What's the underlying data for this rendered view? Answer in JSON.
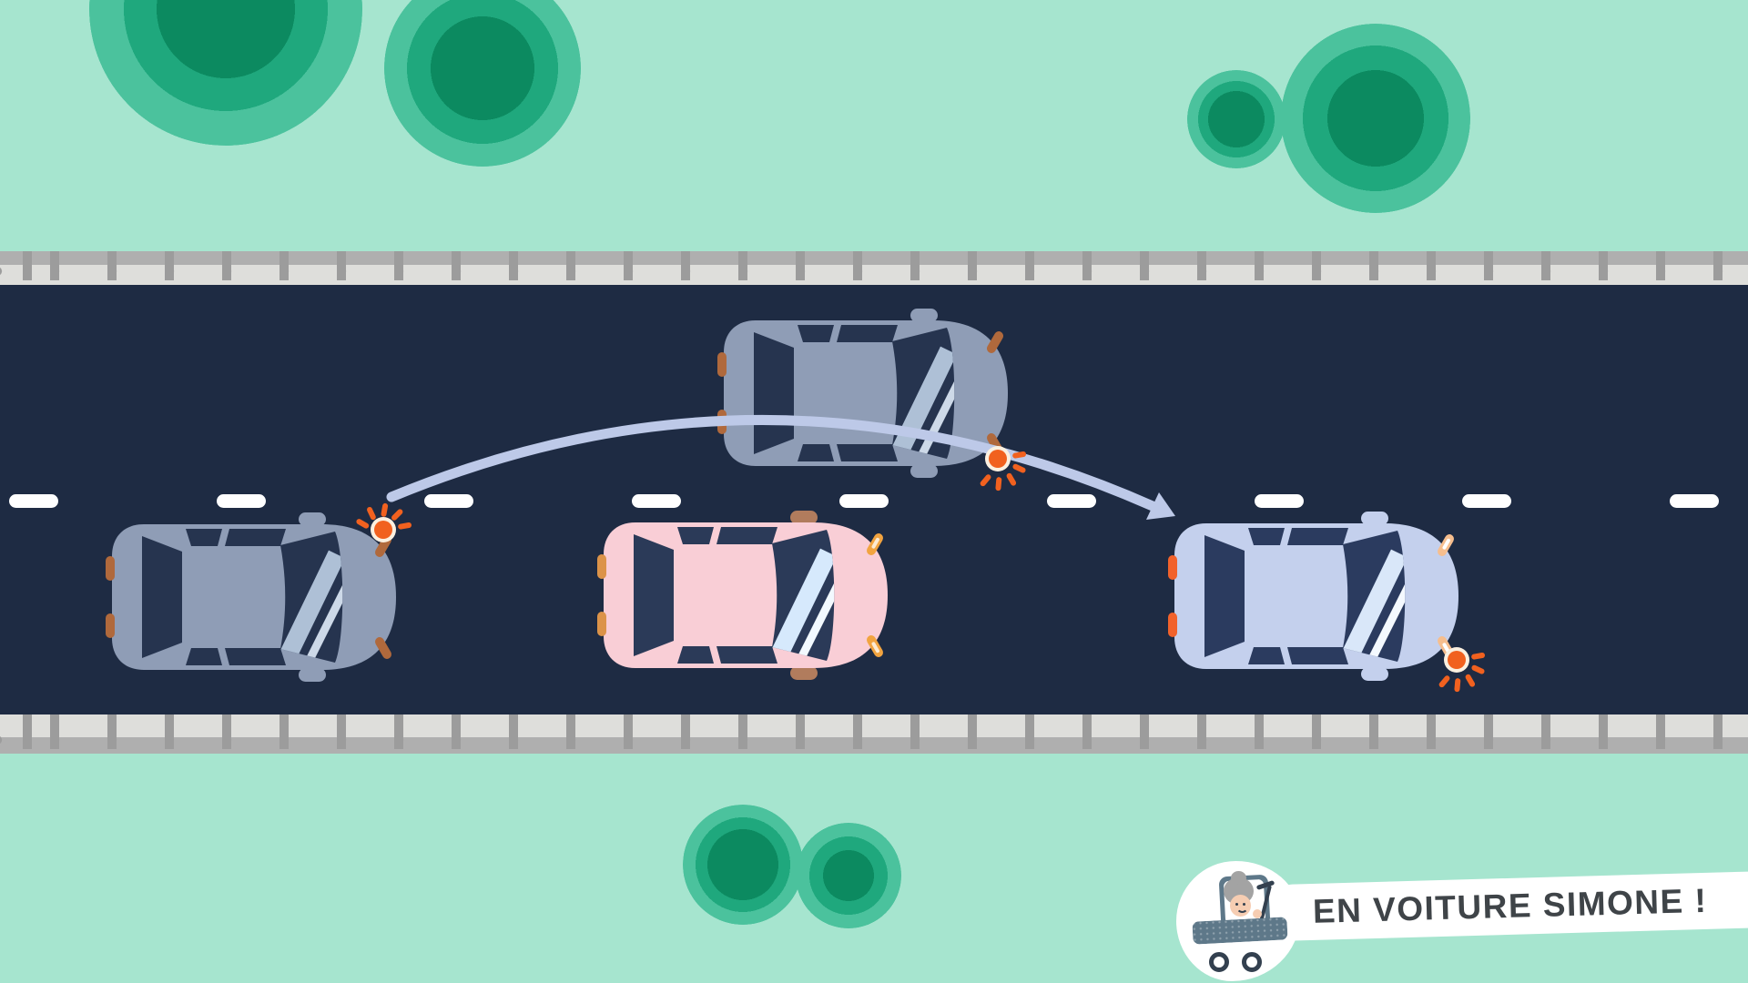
{
  "logo": {
    "text": "EN VOITURE SIMONE !"
  },
  "scene_label": "overtaking-maneuver-illustration",
  "colors": {
    "bg": "#A6E5CF",
    "road": "#1E2B43",
    "curb_light": "#DEDEDB",
    "curb_gray": "#AFAFAF",
    "tick": "#9C9C9C",
    "dash": "#FFFFFF",
    "arrow": "#BDC9E8",
    "blinker": "#F1611F",
    "blinker_ring": "#FBF0E0",
    "tree_outer": "#4BC29D",
    "tree_mid": "#1FA87D",
    "tree_core": "#0C8A60",
    "sticker": "#FFFFFF",
    "logo_text": "#3F4448",
    "simone_car": "#5E7889",
    "simone_dark": "#33404F",
    "simone_hair": "#A3A3A3",
    "simone_skin": "#F6CDB2"
  },
  "cars": [
    {
      "name": "left-gray-car",
      "indicator": "front-left-on",
      "colors": {
        "body": "#8F9DB6",
        "glass": "#26344F",
        "streak": "#AEC0D6",
        "streak2": "#CDD9E8",
        "mirror": "#8F9DB6",
        "light_rear": "#B0693C",
        "light_front": "#B0693C"
      }
    },
    {
      "name": "overtaking-gray-car",
      "indicator": "front-right-on",
      "colors": {
        "body": "#8F9DB6",
        "glass": "#26344F",
        "streak": "#AEC0D6",
        "streak2": "#CDD9E8",
        "mirror": "#8F9DB6",
        "light_rear": "#B0693C",
        "light_front": "#B0693C"
      }
    },
    {
      "name": "pink-car",
      "indicator": "off",
      "colors": {
        "body": "#F9CED6",
        "glass": "#2B3A58",
        "streak": "#D6E9FC",
        "streak2": "#F2F9FF",
        "mirror": "#B17C5D",
        "light_rear": "#DC9349",
        "light_front": "#F2A440",
        "light_front_inner": "#FDEBD2"
      }
    },
    {
      "name": "right-blue-car",
      "indicator": "front-right-on",
      "colors": {
        "body": "#C4D0ED",
        "glass": "#2B3B5F",
        "streak": "#D9E7F9",
        "streak2": "#F4F9FF",
        "mirror": "#C4D0ED",
        "light_rear": "#F2622B",
        "light_front": "#F6BE8E",
        "light_front_inner": "#FFFFFF"
      }
    }
  ]
}
